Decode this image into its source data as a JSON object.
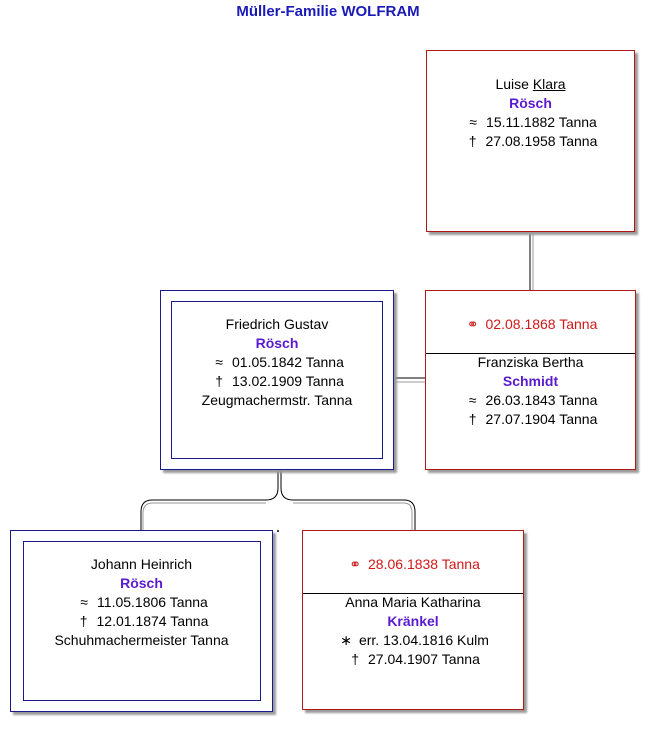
{
  "title": "Müller-Familie WOLFRAM",
  "persons": {
    "luise": {
      "given_plain": "Luise",
      "given_underlined": "Klara",
      "surname": "Rösch",
      "baptism_symbol": "≈",
      "baptism": "15.11.1882 Tanna",
      "death_symbol": "†",
      "death": "27.08.1958 Tanna"
    },
    "friedrich": {
      "given": "Friedrich Gustav",
      "surname": "Rösch",
      "baptism_symbol": "≈",
      "baptism": "01.05.1842 Tanna",
      "death_symbol": "†",
      "death": "13.02.1909 Tanna",
      "occupation": "Zeugmachermstr. Tanna"
    },
    "franziska": {
      "marriage_symbol": "⚭",
      "marriage": "02.08.1868 Tanna",
      "given": "Franziska Bertha",
      "surname": "Schmidt",
      "baptism_symbol": "≈",
      "baptism": "26.03.1843 Tanna",
      "death_symbol": "†",
      "death": "27.07.1904 Tanna"
    },
    "johann": {
      "given": "Johann Heinrich",
      "surname": "Rösch",
      "baptism_symbol": "≈",
      "baptism": "11.05.1806 Tanna",
      "death_symbol": "†",
      "death": "12.01.1874 Tanna",
      "occupation": "Schuhmachermeister Tanna"
    },
    "anna": {
      "marriage_symbol": "⚭",
      "marriage": "28.06.1838 Tanna",
      "given": "Anna Maria Katharina",
      "surname": "Kränkel",
      "birth_symbol": "∗",
      "birth": "err. 13.04.1816 Kulm",
      "death_symbol": "†",
      "death": "27.04.1907 Tanna"
    }
  },
  "colors": {
    "title": "#1a1ab8",
    "surname": "#5a1ad0",
    "marriage": "#d01818",
    "female_border": "#b01818",
    "male_border": "#1a1a8c"
  }
}
